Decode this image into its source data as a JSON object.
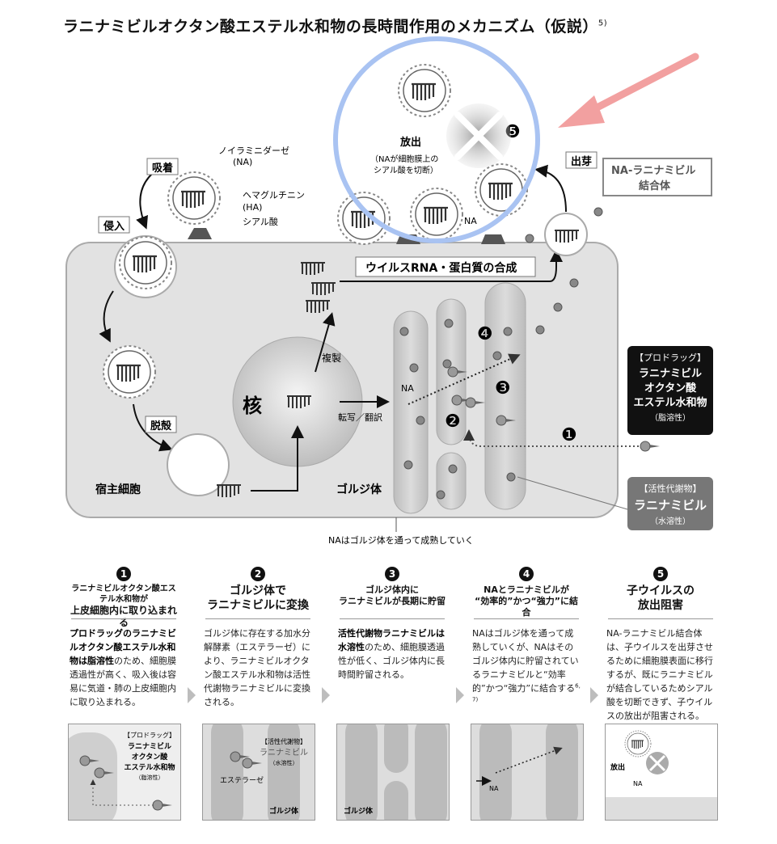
{
  "title": "ラニナミビルオクタン酸エステル水和物の長時間作用のメカニズム（仮説）",
  "title_ref": "5)",
  "labels": {
    "adsorption": "吸着",
    "neuraminidase": "ノイラミニダーゼ",
    "na_paren": "(NA)",
    "hemagglutinin": "ヘマグルチニン",
    "ha_paren": "(HA)",
    "sialic_acid": "シアル酸",
    "invasion": "侵入",
    "uncoating": "脱殻",
    "host_cell": "宿主細胞",
    "nucleus": "核",
    "replication": "複製",
    "transcription": "転写／翻訳",
    "golgi": "ゴルジ体",
    "na": "NA",
    "na2": "NA",
    "synthesis": "ウイルスRNA・蛋白質の合成",
    "release": "放出",
    "release_note1": "（NAが細胞膜上の",
    "release_note2": "シアル酸を切断）",
    "budding": "出芽",
    "complex_line1": "NA-ラニナミビル",
    "complex_line2": "結合体",
    "prodrug_tag": "【プロドラッグ】",
    "prodrug_1": "ラニナミビル",
    "prodrug_2": "オクタン酸",
    "prodrug_3": "エステル水和物",
    "prodrug_4": "（脂溶性）",
    "active_tag": "【活性代謝物】",
    "active_1": "ラニナミビル",
    "active_2": "（水溶性）",
    "golgi_note": "NAはゴルジ体を通って成熟していく",
    "n1": "❶",
    "n2": "❷",
    "n3": "❸",
    "n4": "❹",
    "n5": "❺"
  },
  "panels": [
    {
      "num": "1",
      "head1": "ラニナミビルオクタン酸エステル水和物が",
      "head2": "上皮細胞内に取り込まれる",
      "body_bold": "プロドラッグのラニナミビルオクタン酸エステル水和物は脂溶性",
      "body": "のため、細胞膜透過性が高く、吸入後は容易に気道・肺の上皮細胞内に取り込まれる。",
      "thumb1": "【プロドラッグ】",
      "thumb2": "ラニナミビル",
      "thumb3": "オクタン酸",
      "thumb4": "エステル水和物",
      "thumb5": "（脂溶性）"
    },
    {
      "num": "2",
      "head1": "ゴルジ体で",
      "head2": "ラニナミビルに変換",
      "body_bold": "",
      "body": "ゴルジ体に存在する加水分解酵素（エステラーゼ）により、ラニナミビルオクタン酸エステル水和物は活性代謝物ラニナミビルに変換される。",
      "thumb1": "【活性代謝物】",
      "thumb2": "ラニナミビル",
      "thumb3": "（水溶性）",
      "thumb4": "エステラーゼ",
      "thumb5": "ゴルジ体"
    },
    {
      "num": "3",
      "head1": "ゴルジ体内に",
      "head2": "ラニナミビルが長期に貯留",
      "body_bold": "活性代謝物ラニナミビルは水溶性",
      "body": "のため、細胞膜透過性が低く、ゴルジ体内に長時間貯留される。",
      "thumb1": "ゴルジ体"
    },
    {
      "num": "4",
      "head1": "NAとラニナミビルが",
      "head2": "“効率的”かつ“強力”に結合",
      "body_bold": "",
      "body": "NAはゴルジ体を通って成熟していくが、NAはそのゴルジ体内に貯留されているラニナミビルと“効率的”かつ“強力”に結合する",
      "body_ref": "6, 7)",
      "thumb1": "NA"
    },
    {
      "num": "5",
      "head1": "子ウイルスの",
      "head2": "放出阻害",
      "body_bold": "",
      "body": "NA-ラニナミビル結合体は、子ウイルスを出芽させるために細胞膜表面に移行するが、既にラニナミビルが結合しているためシアル酸を切断できず、子ウイルスの放出が阻害される。",
      "thumb1": "放出",
      "thumb2": "NA"
    }
  ],
  "colors": {
    "highlight_circle": "#a9c3f2",
    "highlight_arrow": "#f2a0a0",
    "cell_fill": "#e2e2e2",
    "golgi_fill": "#c9c9c9",
    "dark_box": "#111111",
    "gray_box": "#777777"
  },
  "icons": [
    "virus-icon",
    "cross-icon",
    "arrow-icon",
    "drug-molecule-icon"
  ]
}
